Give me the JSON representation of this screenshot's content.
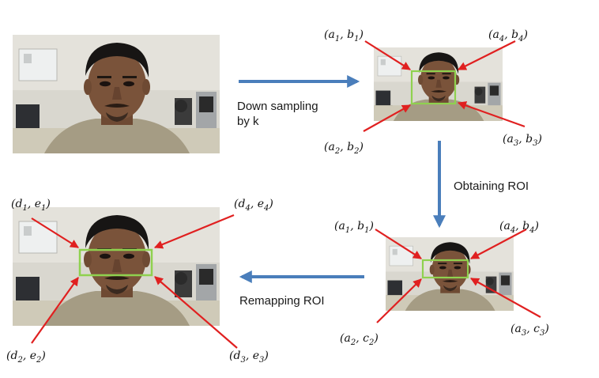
{
  "steps": {
    "downsample": [
      "Down sampling",
      "by k"
    ],
    "obtain_roi": "Obtaining ROI",
    "remap_roi": "Remapping ROI"
  },
  "coordinates": {
    "small_top": [
      {
        "v1": "a",
        "s1": "1",
        "v2": "b",
        "s2": "1"
      },
      {
        "v1": "a",
        "s1": "4",
        "v2": "b",
        "s2": "4"
      },
      {
        "v1": "a",
        "s1": "2",
        "v2": "b",
        "s2": "2"
      },
      {
        "v1": "a",
        "s1": "3",
        "v2": "b",
        "s2": "3"
      }
    ],
    "small_bottom": [
      {
        "v1": "a",
        "s1": "1",
        "v2": "b",
        "s2": "1"
      },
      {
        "v1": "a",
        "s1": "4",
        "v2": "b",
        "s2": "4"
      },
      {
        "v1": "a",
        "s1": "2",
        "v2": "c",
        "s2": "2"
      },
      {
        "v1": "a",
        "s1": "3",
        "v2": "c",
        "s2": "3"
      }
    ],
    "large_bottom": [
      {
        "v1": "d",
        "s1": "1",
        "v2": "e",
        "s2": "1"
      },
      {
        "v1": "d",
        "s1": "4",
        "v2": "e",
        "s2": "4"
      },
      {
        "v1": "d",
        "s1": "2",
        "v2": "e",
        "s2": "2"
      },
      {
        "v1": "d",
        "s1": "3",
        "v2": "e",
        "s2": "3"
      }
    ]
  },
  "colors": {
    "flow_arrow": "#4a7ebb",
    "pointer_arrow": "#e02020",
    "roi_box": "#8fd14f"
  }
}
